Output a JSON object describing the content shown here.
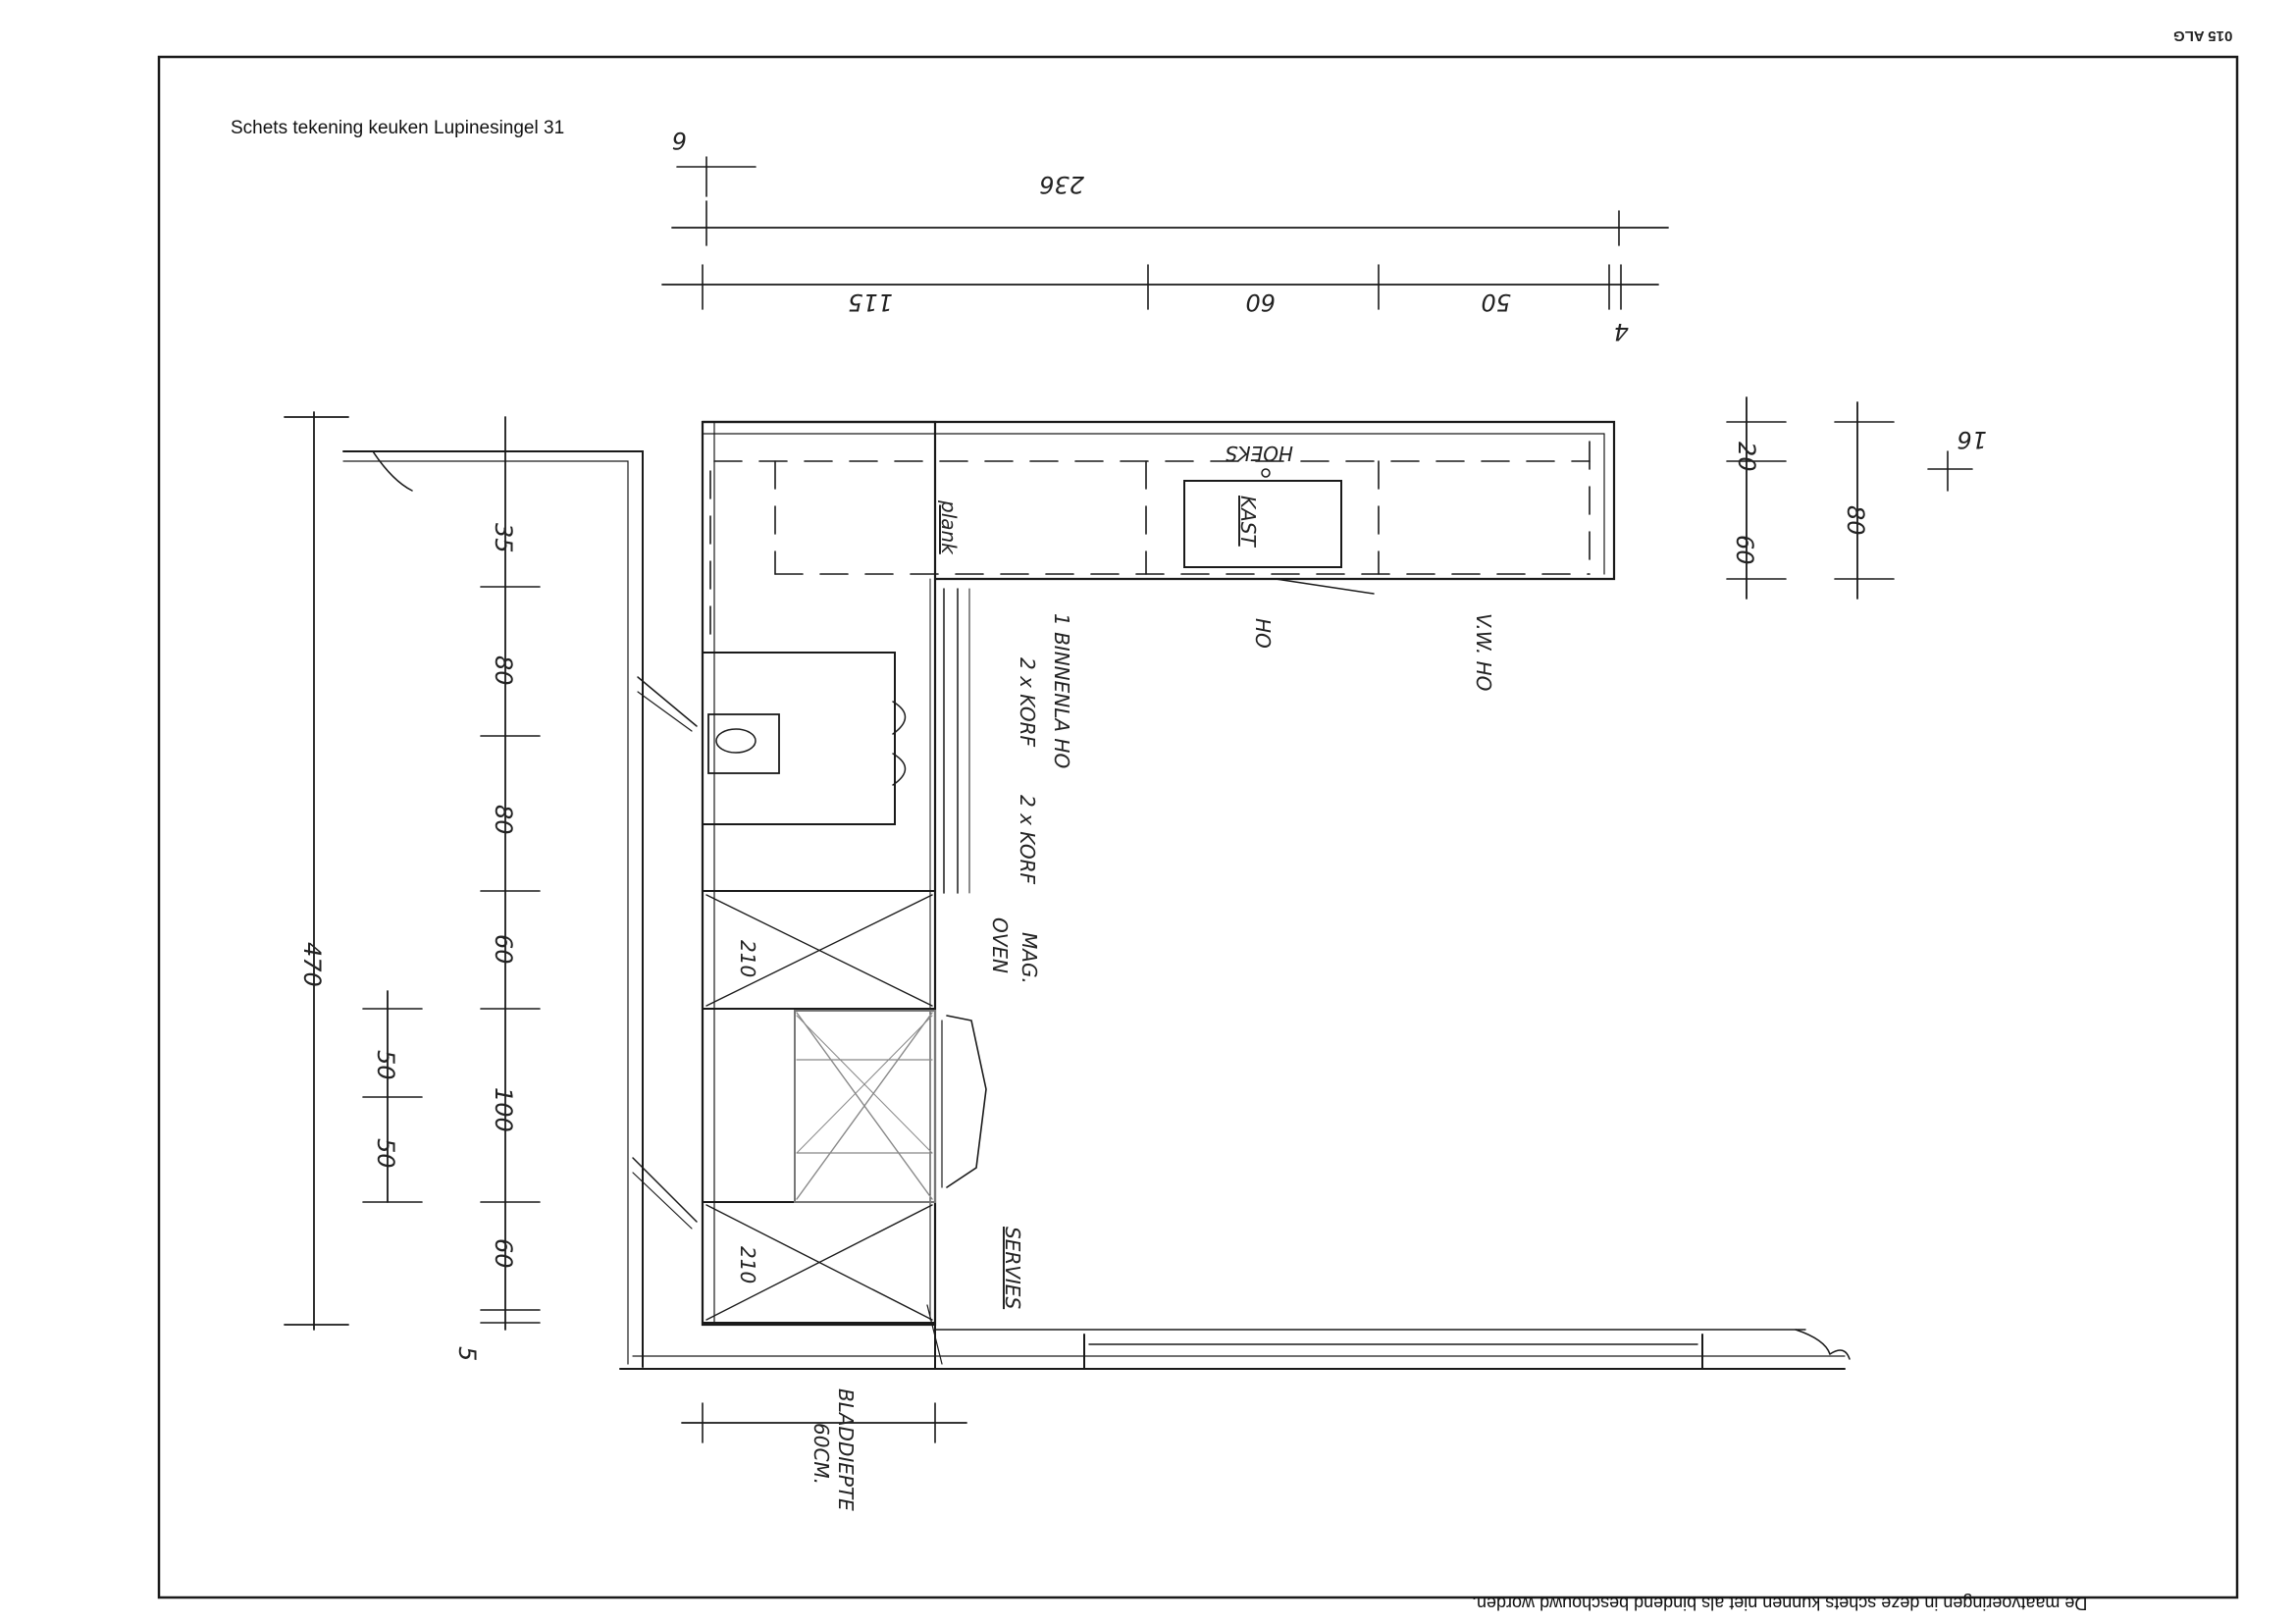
{
  "title": "Schets tekening keuken Lupinesingel 31",
  "corner_code": "015 ALG",
  "footer": "De maatvoeringen in deze schets kunnen niet als bindend beschouwd worden.",
  "dimensions": {
    "total_width": "470",
    "seg_start": "5",
    "seg_1": "60",
    "seg_2": "100",
    "seg_3": "60",
    "seg_4": "80",
    "seg_5": "80",
    "seg_6": "35",
    "half_left": "50",
    "half_right": "50",
    "top_total": "236",
    "top_seg_1": "115",
    "top_seg_2": "60",
    "top_seg_3": "50",
    "top_small_1": "4",
    "top_small_2": "6",
    "right_60": "60",
    "right_20": "20",
    "right_80": "80",
    "right_16": "16",
    "bladdiepte_1": "BLADDIEPTE",
    "bladdiepte_2": "60CM."
  },
  "annotations": {
    "plank": "plank",
    "kast": "KAST",
    "hoeks": "HOEKS",
    "korf1": "2 x KORF",
    "binnenla": "1 BINNENLA HO",
    "korf2": "2 x KORF",
    "oven": "OVEN",
    "magn": "MAG.",
    "servies": "SERVIES",
    "ho": "HO",
    "vw_ho": "V.W. HO",
    "c210_a": "210",
    "c210_b": "210"
  }
}
